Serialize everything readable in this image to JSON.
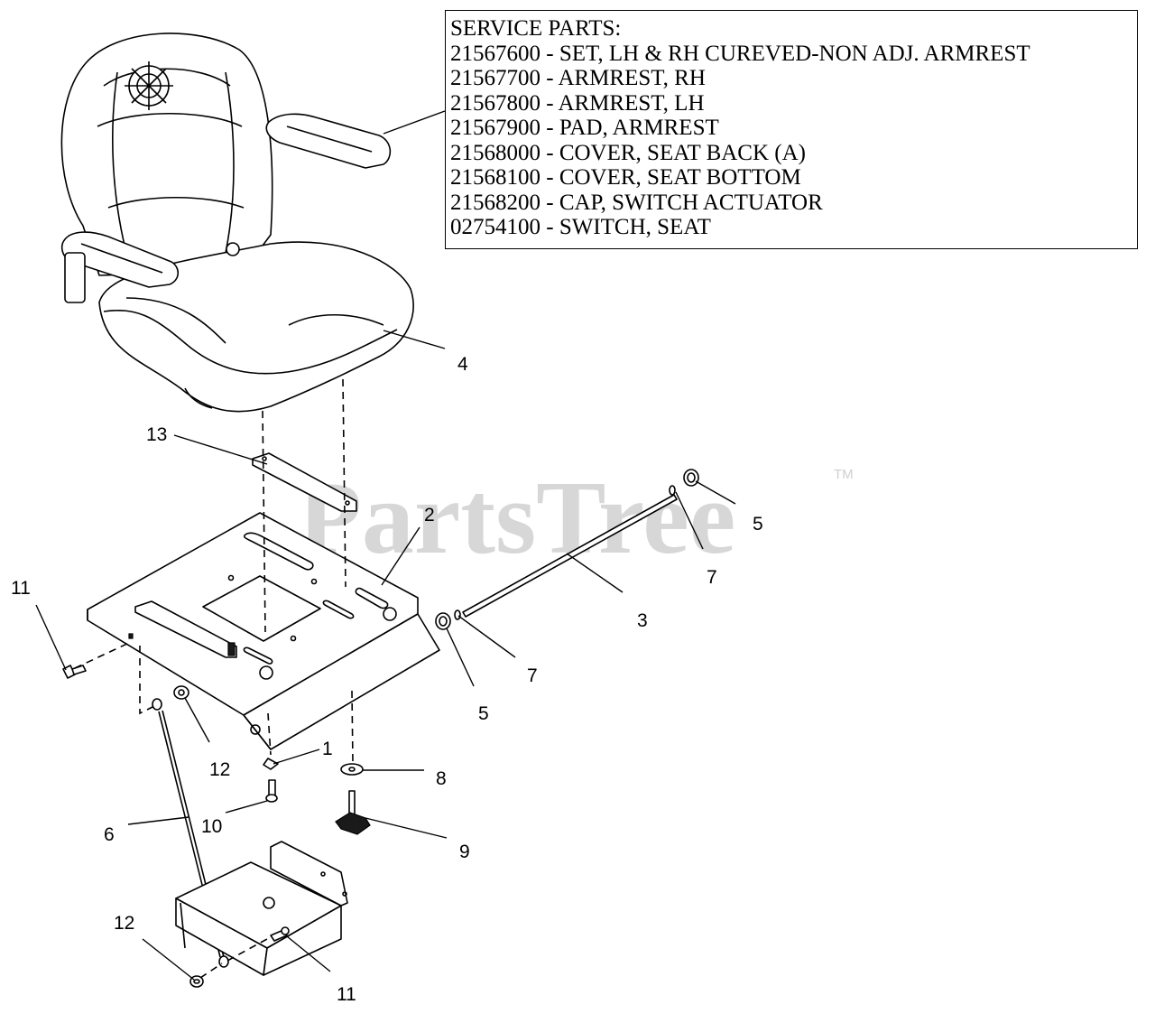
{
  "watermark": {
    "text": "PartsTree",
    "trademark": "TM"
  },
  "service_parts": {
    "heading": "SERVICE PARTS:",
    "items": [
      "21567600 - SET, LH & RH CUREVED-NON ADJ. ARMREST",
      "21567700 - ARMREST, RH",
      "21567800 - ARMREST, LH",
      "21567900 - PAD, ARMREST",
      "21568000 - COVER, SEAT BACK (A)",
      "21568100 - COVER, SEAT BOTTOM",
      "21568200 - CAP, SWITCH ACTUATOR",
      "02754100 - SWITCH, SEAT"
    ]
  },
  "callouts": {
    "seat": "4",
    "bracket": "13",
    "seat_plate": "2",
    "bolt_left": "11",
    "shaft": "3",
    "bushing_right": "5",
    "clip_right": "7",
    "clip_left": "7",
    "bushing_left": "5",
    "nut_upper": "12",
    "clip_bottom": "1",
    "washer": "8",
    "pin": "10",
    "rod": "6",
    "knob": "9",
    "nut_lower": "12",
    "bolt_lower": "11"
  }
}
